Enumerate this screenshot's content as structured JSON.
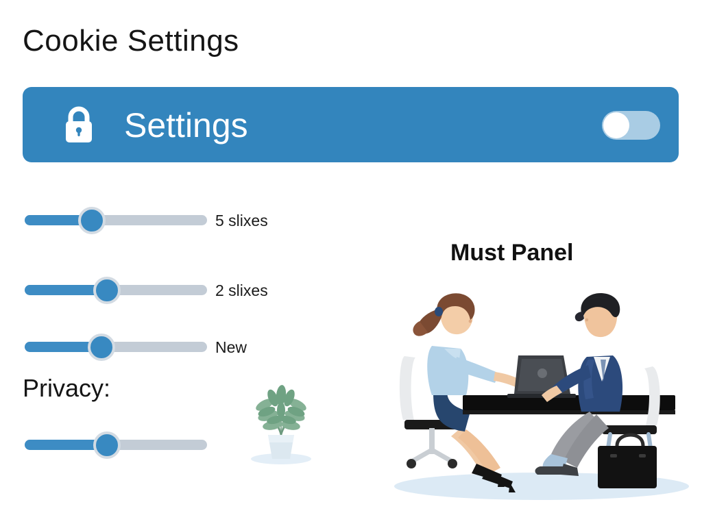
{
  "page": {
    "title": "Cookie Settings",
    "background_color": "#ffffff"
  },
  "settings_bar": {
    "label": "Settings",
    "icon": "lock-icon",
    "background_color": "#3385bd",
    "text_color": "#ffffff",
    "toggle": {
      "name": "settings-toggle",
      "state": "off",
      "track_color": "#a9cce4",
      "knob_color": "#ffffff"
    }
  },
  "sliders": [
    {
      "label": "5 slixes",
      "value_percent": 37,
      "fill_color": "#3d8cc4",
      "track_color": "#c3ccd6",
      "knob_color": "#3889c1"
    },
    {
      "label": "2 slixes",
      "value_percent": 45,
      "fill_color": "#3d8cc4",
      "track_color": "#c3ccd6",
      "knob_color": "#3889c1"
    },
    {
      "label": "New",
      "value_percent": 42,
      "fill_color": "#3d8cc4",
      "track_color": "#c3ccd6",
      "knob_color": "#3889c1"
    },
    {
      "label": "",
      "value_percent": 45,
      "fill_color": "#3d8cc4",
      "track_color": "#c3ccd6",
      "knob_color": "#3889c1"
    }
  ],
  "privacy": {
    "label": "Privacy:"
  },
  "panel": {
    "heading": "Must Panel"
  },
  "illustrations": {
    "plant": {
      "name": "potted-plant-illustration",
      "leaf_color": "#77a68c",
      "pot_color": "#dce8f0"
    },
    "office": {
      "name": "office-desk-illustration",
      "desk_color": "#0d0d0d",
      "woman_top_color": "#b3d2e8",
      "woman_skirt_color": "#27466e",
      "woman_hair_color": "#7b4a32",
      "man_jacket_color": "#2c4a7c",
      "man_trousers_color": "#9a9ca1",
      "chair_color": "#e8eaec",
      "briefcase_color": "#121212",
      "floor_shadow_color": "#dae8f2"
    }
  }
}
